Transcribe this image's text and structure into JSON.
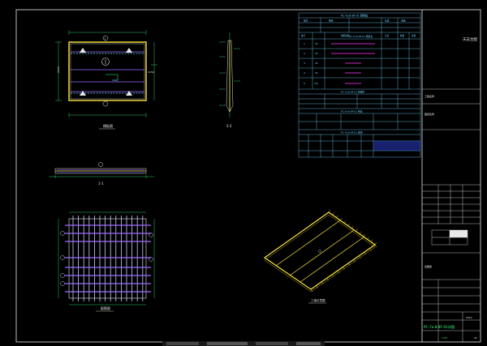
{
  "drawing": {
    "views": {
      "plan_caption": "模板图",
      "section_2_2": "2-2",
      "section_1_1": "1-1",
      "rebar_caption": "配筋图",
      "iso_caption": "三维示意图"
    },
    "dims": {
      "plan_height": "2520",
      "plan_right": "1150"
    },
    "markers": {
      "section_top": "2",
      "section_left": "1"
    },
    "tables": {
      "table1_title": "PC-7a-8-8F-01 预制板",
      "table1_headers": [
        "编号",
        "规格",
        "长度",
        "重量"
      ],
      "table2_title": "PC-7a-8-8F-01 钢筋表",
      "table2_headers": [
        "编号",
        "钢筋简图",
        "长度",
        "数量",
        "重量"
      ],
      "table2_rows": [
        {
          "id": "1",
          "spec": "C8"
        },
        {
          "id": "2",
          "spec": "C8"
        },
        {
          "id": "3",
          "spec": "C8"
        },
        {
          "id": "4",
          "spec": "C8"
        },
        {
          "id": "5",
          "spec": "C10"
        }
      ],
      "table3_title": "PC-7a-8-8F-01 预埋件",
      "table4_title": "PC-7a-8-8F-01 吊装",
      "table5_title": "PC-7a-8-8F-01 说明"
    },
    "title_block": {
      "project_name": "工程名称",
      "drawing_title": "图纸名称",
      "stamp": "出图章",
      "drawing_no": "PC-7a-8-8F-01详图",
      "scale": "1:25",
      "date": "2014",
      "sheet": "41",
      "side_text": "天志合配"
    },
    "colors": {
      "background": "#000000",
      "frame": "#e8e8e8",
      "cyan": "#6fd3ff",
      "yellow": "#ffe640",
      "magenta": "#ff3cff",
      "green": "#39ff7a",
      "purple": "#9b6bff",
      "blue": "#3c5bff"
    }
  }
}
